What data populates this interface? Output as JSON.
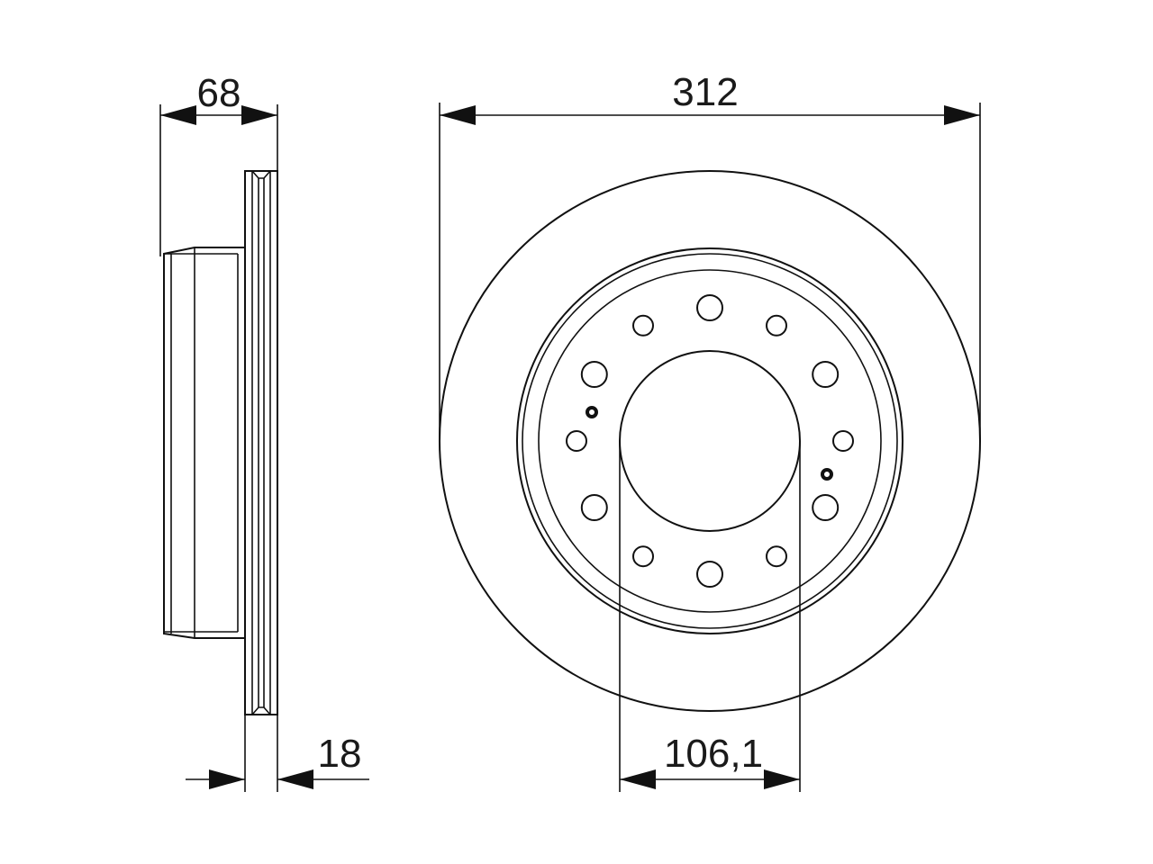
{
  "dimensions": {
    "overall_height": "68",
    "disc_thickness": "18",
    "outer_diameter": "312",
    "center_bore": "106,1"
  },
  "stud_holes": {
    "large": 6,
    "small": 6,
    "locating": 2
  },
  "colors": {
    "stroke": "#111111",
    "background": "#ffffff"
  }
}
